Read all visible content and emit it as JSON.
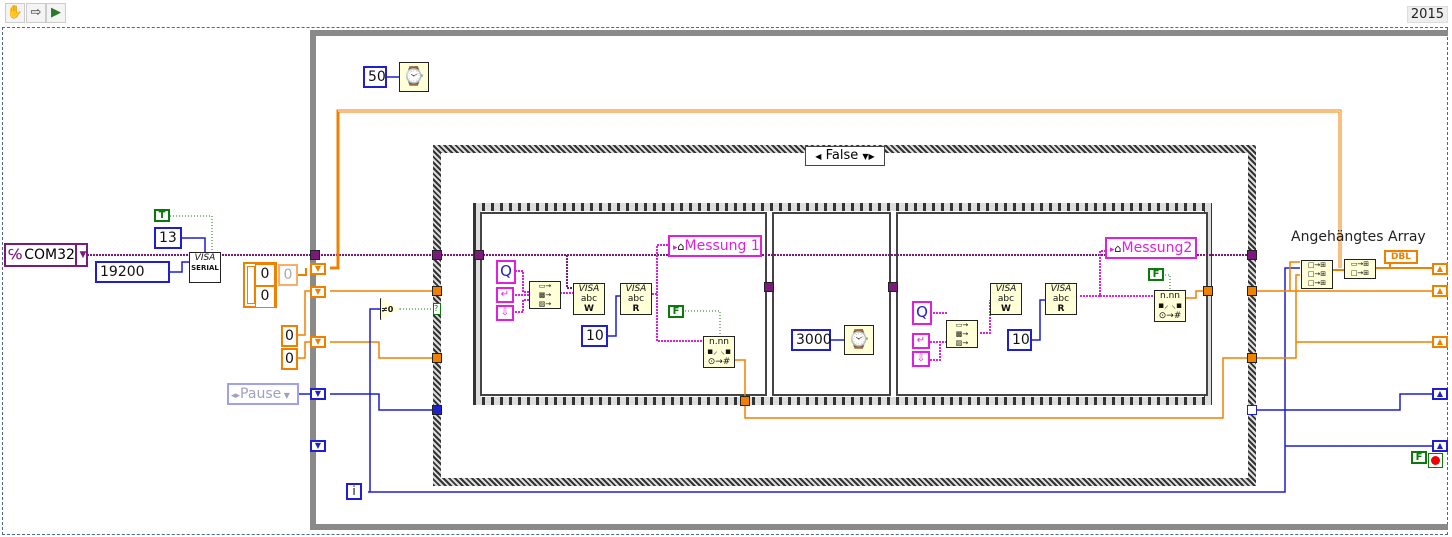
{
  "toolbar": {
    "hand_icon": "hand-icon",
    "step_icon": "arrow-icon",
    "run_icon": "run-icon",
    "version": "2015"
  },
  "controls": {
    "com_port": "COM32",
    "baud": "19200",
    "termchar": "13",
    "enable_term": "T",
    "pause": "Pause",
    "iteration": "i"
  },
  "loop_constants": {
    "wait_ms": "50",
    "arr_r1": "0",
    "arr_r2": "0",
    "arr_idx": "0",
    "init_a": "0",
    "init_b": "0"
  },
  "case": {
    "selector": "False"
  },
  "frame1": {
    "cmd": "Q",
    "bytes": "10",
    "label": "Messung 1",
    "bool": "F",
    "write_glyph": "W",
    "read_glyph": "R",
    "visa": "VISA",
    "abc": "abc",
    "fmt": "n.nn"
  },
  "frame2": {
    "wait_ms": "3000"
  },
  "frame3": {
    "cmd": "Q",
    "bytes": "10",
    "label": "Messung2",
    "bool": "F",
    "write_glyph": "W",
    "read_glyph": "R",
    "visa": "VISA",
    "abc": "abc",
    "fmt": "n.nn"
  },
  "serial": {
    "visa": "VISA",
    "serial": "SERIAL"
  },
  "compare": {
    "op": "≠0",
    "bool_in": "?"
  },
  "right": {
    "array_label": "Angehängtes Array",
    "dtype": "DBL",
    "stop_bool": "F"
  },
  "colors": {
    "refnum": "#7a1a7a",
    "int": "#1f1fd0",
    "dbl": "#f08000",
    "string": "#e020e0",
    "bool": "#0a7a0a"
  }
}
